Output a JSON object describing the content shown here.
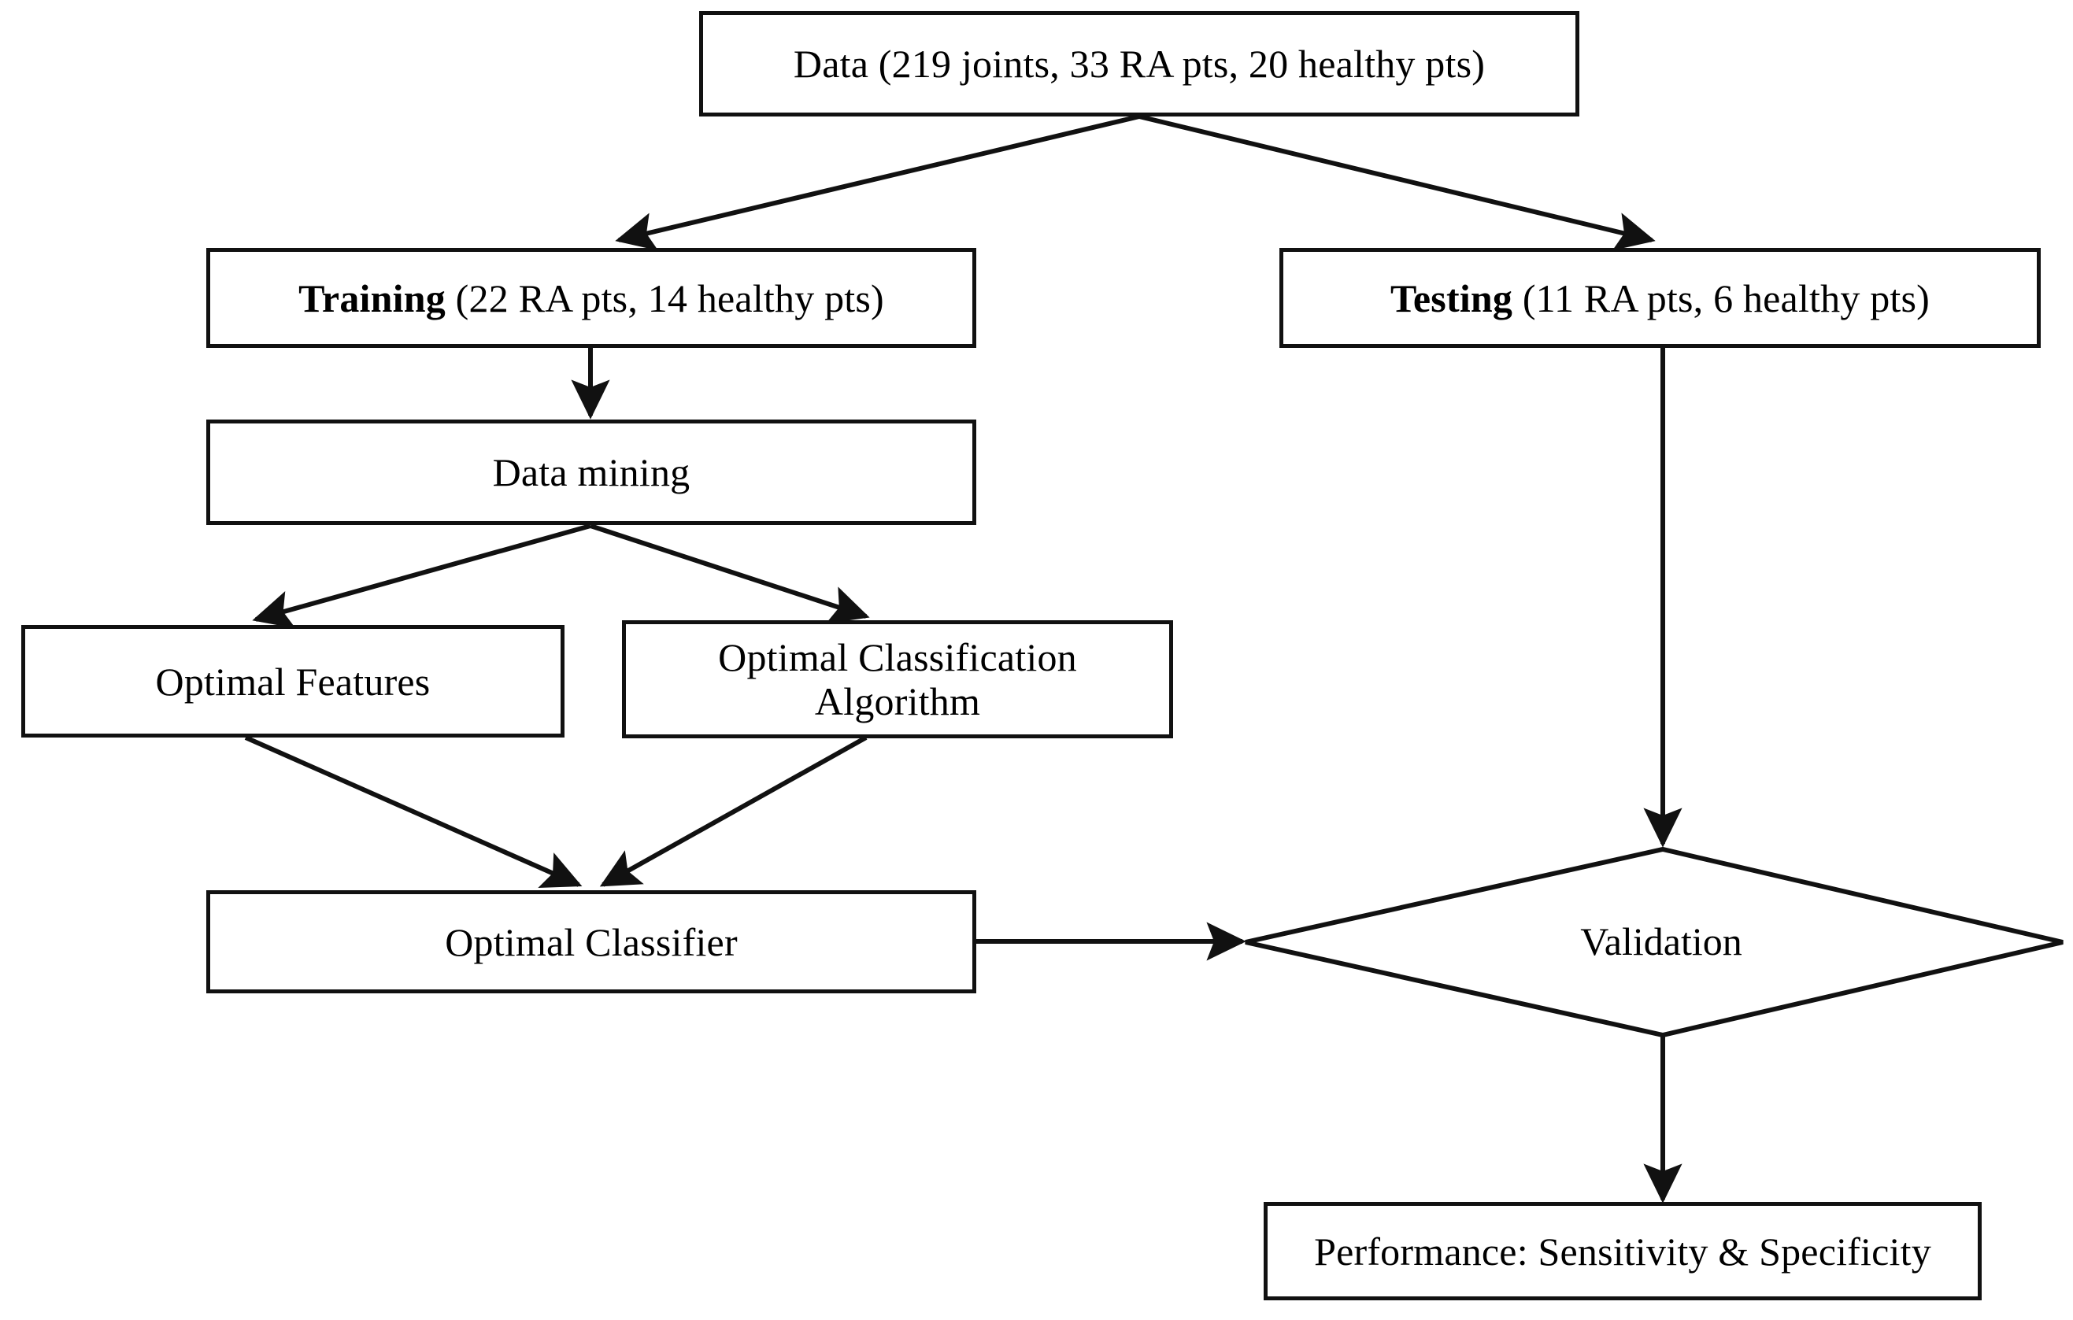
{
  "diagram": {
    "title": "Machine learning workflow for RA joint classification",
    "type": "flowchart",
    "colors": {
      "background": "#ffffff",
      "stroke": "#111111",
      "text": "#000000",
      "node_fill": "#ffffff"
    },
    "nodes": [
      {
        "id": "data",
        "shape": "rectangle",
        "text": "Data (219 joints, 33 RA pts, 20 healthy pts)",
        "bold_prefix": "",
        "rest": "Data (219 joints, 33 RA pts, 20 healthy pts)"
      },
      {
        "id": "training",
        "shape": "rectangle",
        "text": "Training (22 RA pts, 14 healthy pts)",
        "bold_prefix": "Training",
        "rest": " (22 RA pts, 14 healthy pts)"
      },
      {
        "id": "testing",
        "shape": "rectangle",
        "text": "Testing (11 RA pts, 6 healthy pts)",
        "bold_prefix": "Testing",
        "rest": " (11 RA pts, 6 healthy pts)"
      },
      {
        "id": "data_mining",
        "shape": "rectangle",
        "text": "Data mining",
        "bold_prefix": "",
        "rest": "Data mining"
      },
      {
        "id": "optimal_features",
        "shape": "rectangle",
        "text": "Optimal Features",
        "bold_prefix": "",
        "rest": "Optimal Features"
      },
      {
        "id": "optimal_classification_algorithm",
        "shape": "rectangle",
        "text": "Optimal Classification\nAlgorithm",
        "bold_prefix": "",
        "rest": "Optimal Classification\nAlgorithm"
      },
      {
        "id": "optimal_classifier",
        "shape": "rectangle",
        "text": "Optimal Classifier",
        "bold_prefix": "",
        "rest": "Optimal Classifier"
      },
      {
        "id": "validation",
        "shape": "diamond",
        "text": "Validation",
        "bold_prefix": "",
        "rest": "Validation"
      },
      {
        "id": "performance",
        "shape": "rectangle",
        "text": "Performance: Sensitivity & Specificity",
        "bold_prefix": "",
        "rest": "Performance: Sensitivity & Specificity"
      }
    ],
    "edges": [
      {
        "id": "data-to-training",
        "from": "data",
        "to": "training",
        "style": "solid",
        "arrow": "end",
        "label": ""
      },
      {
        "id": "data-to-testing",
        "from": "data",
        "to": "testing",
        "style": "solid",
        "arrow": "end",
        "label": ""
      },
      {
        "id": "training-to-data-mining",
        "from": "training",
        "to": "data_mining",
        "style": "solid",
        "arrow": "end",
        "label": ""
      },
      {
        "id": "data-mining-to-optimal-features",
        "from": "data_mining",
        "to": "optimal_features",
        "style": "solid",
        "arrow": "end",
        "label": ""
      },
      {
        "id": "data-mining-to-optimal-classification-algorithm",
        "from": "data_mining",
        "to": "optimal_classification_algorithm",
        "style": "solid",
        "arrow": "end",
        "label": ""
      },
      {
        "id": "optimal-features-to-optimal-classifier",
        "from": "optimal_features",
        "to": "optimal_classifier",
        "style": "solid",
        "arrow": "end",
        "label": ""
      },
      {
        "id": "optimal-classification-algorithm-to-optimal-classifier",
        "from": "optimal_classification_algorithm",
        "to": "optimal_classifier",
        "style": "solid",
        "arrow": "end",
        "label": ""
      },
      {
        "id": "optimal-classifier-to-validation",
        "from": "optimal_classifier",
        "to": "validation",
        "style": "solid",
        "arrow": "end",
        "label": ""
      },
      {
        "id": "testing-to-validation",
        "from": "testing",
        "to": "validation",
        "style": "solid",
        "arrow": "end",
        "label": ""
      },
      {
        "id": "validation-to-performance",
        "from": "validation",
        "to": "performance",
        "style": "solid",
        "arrow": "end",
        "label": ""
      }
    ]
  }
}
